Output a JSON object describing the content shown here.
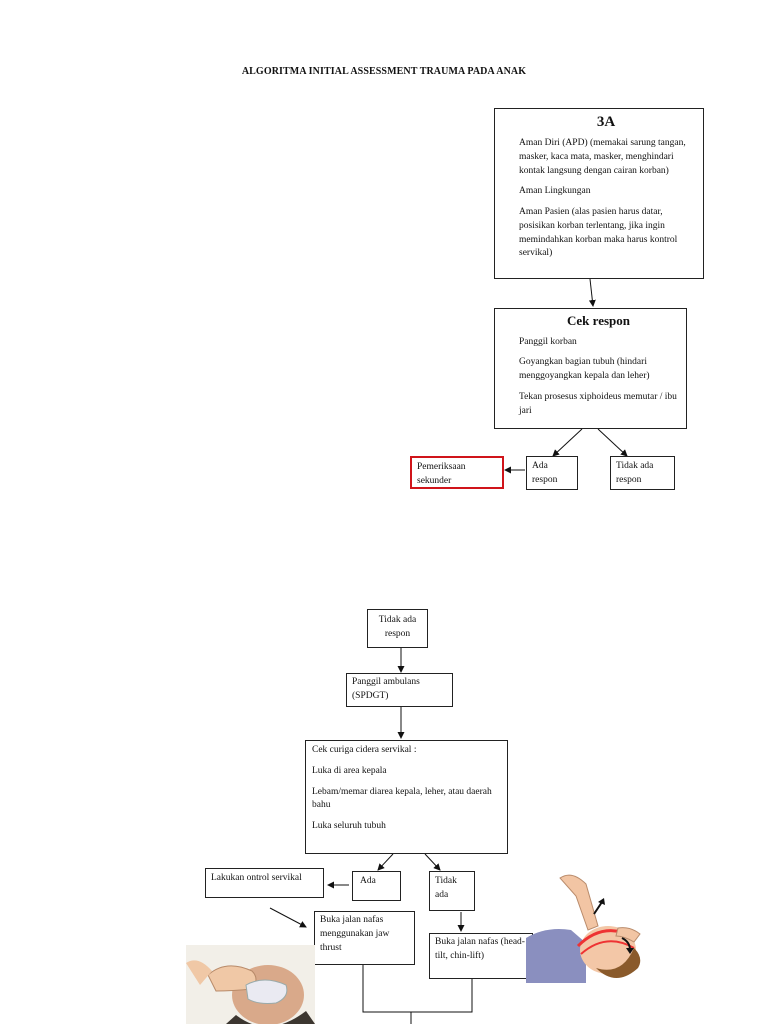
{
  "title": "ALGORITMA INITIAL ASSESSMENT TRAUMA PADA ANAK",
  "box_3a": {
    "heading": "3A",
    "items": [
      "Aman Diri (APD) (memakai sarung tangan, masker, kaca mata, masker, menghindari kontak langsung dengan cairan korban)",
      "Aman Lingkungan",
      "Aman Pasien (alas pasien harus datar, posisikan korban terlentang, jika ingin memindahkan korban maka harus kontrol servikal)"
    ]
  },
  "box_cek_respon": {
    "heading": "Cek respon",
    "items": [
      "Panggil korban",
      "Goyangkan bagian tubuh (hindari menggoyangkan kepala dan leher)",
      "Tekan prosesus xiphoideus memutar / ibu jari"
    ]
  },
  "box_pemeriksaan": "Pemeriksaan sekunder",
  "box_ada_respon": "Ada respon",
  "box_tidak_ada_respon_1": "Tidak ada respon",
  "box_tidak_ada_respon_2": "Tidak ada respon",
  "box_ambulans": "Panggil ambulans (SPDGT)",
  "box_cek_servikal": {
    "heading": "Cek curiga cidera servikal :",
    "items": [
      "Luka di area kepala",
      "Lebam/memar diarea kepala, leher, atau daerah bahu",
      "Luka seluruh tubuh"
    ]
  },
  "box_kontrol": "Lakukan ontrol servikal",
  "box_ada": "Ada",
  "box_tidak_ada": "Tidak ada",
  "box_jaw_thrust": "Buka jalan nafas menggunakan jaw thrust",
  "box_head_tilt": "Buka jalan nafas (head-tilt, chin-lift)",
  "colors": {
    "highlight_border": "#d0141a"
  }
}
